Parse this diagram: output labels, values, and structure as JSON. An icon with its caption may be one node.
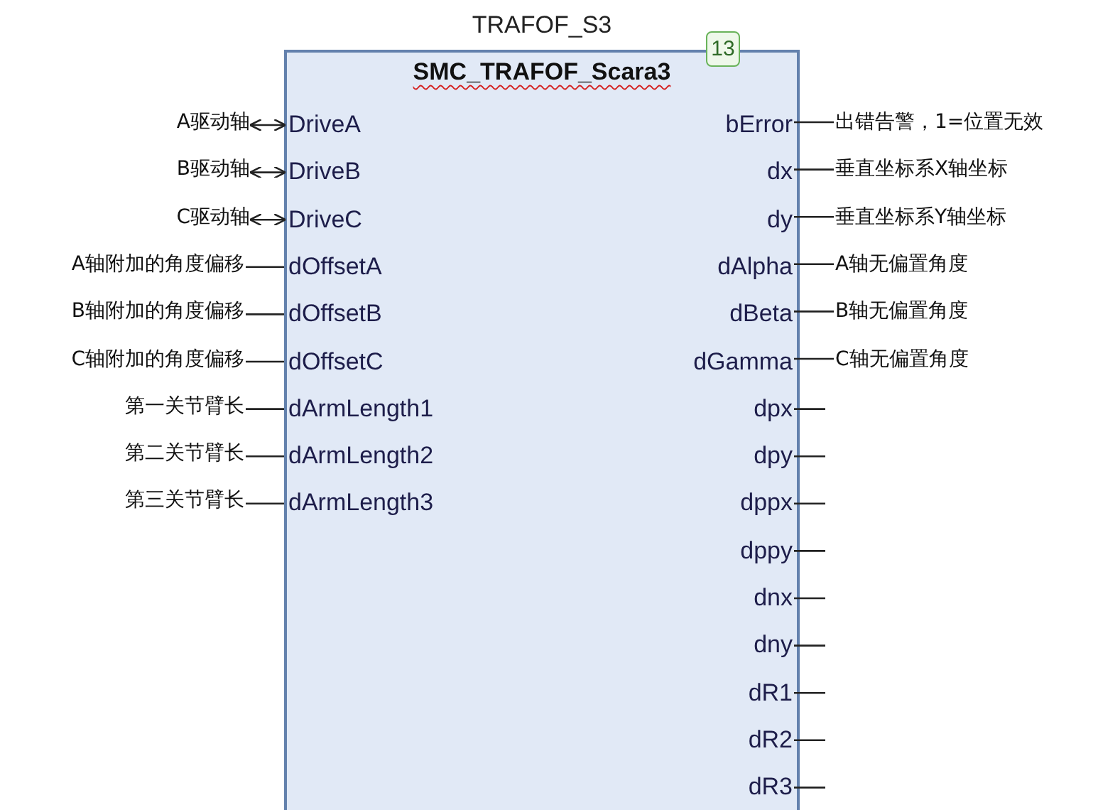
{
  "diagram": {
    "nodes": [
      {
        "text": [
          "TRAFOF_S3",
          "SMC_TRAFOF_Scara3"
        ]
      },
      {
        "text": [
          "13"
        ]
      },
      {
        "text": [
          "A驱动轴"
        ]
      },
      {
        "text": [
          "DriveA"
        ],
        "in": 0
      },
      {
        "text": [
          "bError"
        ],
        "in": 0
      },
      {
        "text": [
          "出错告警，1=位置无效"
        ]
      },
      {
        "text": [
          "B驱动轴"
        ]
      },
      {
        "text": [
          "DriveB"
        ],
        "in": 0
      },
      {
        "text": [
          "dx"
        ],
        "in": 0
      },
      {
        "text": [
          "垂直坐标系X轴坐标"
        ]
      },
      {
        "text": [
          "C驱动轴"
        ]
      },
      {
        "text": [
          "DriveC"
        ],
        "in": 0
      },
      {
        "text": [
          "dy"
        ],
        "in": 0
      },
      {
        "text": [
          "垂直坐标系Y轴坐标"
        ]
      },
      {
        "text": [
          "A轴附加的角度偏移"
        ]
      },
      {
        "text": [
          "dOffsetA"
        ],
        "in": 0
      },
      {
        "text": [
          "dAlpha"
        ],
        "in": 0
      },
      {
        "text": [
          "A轴无偏置角度"
        ]
      },
      {
        "text": [
          "B轴附加的角度偏移"
        ]
      },
      {
        "text": [
          "dOffsetB"
        ],
        "in": 0
      },
      {
        "text": [
          "dBeta"
        ],
        "in": 0
      },
      {
        "text": [
          "B轴无偏置角度"
        ]
      },
      {
        "text": [
          "C轴附加的角度偏移"
        ]
      },
      {
        "text": [
          "dOffsetC"
        ],
        "in": 0
      },
      {
        "text": [
          "dGamma"
        ],
        "in": 0
      },
      {
        "text": [
          "C轴无偏置角度"
        ]
      },
      {
        "text": [
          "第一关节臂长"
        ]
      },
      {
        "text": [
          "dArmLength1"
        ],
        "in": 0
      },
      {
        "text": [
          "dpx"
        ],
        "in": 0
      },
      {
        "text": [
          "第二关节臂长"
        ]
      },
      {
        "text": [
          "dArmLength2"
        ],
        "in": 0
      },
      {
        "text": [
          "dpy"
        ],
        "in": 0
      },
      {
        "text": [
          "第三关节臂长"
        ]
      },
      {
        "text": [
          "dArmLength3"
        ],
        "in": 0
      },
      {
        "text": [
          "dppx"
        ],
        "in": 0
      },
      {
        "text": [
          "dppy"
        ],
        "in": 0
      },
      {
        "text": [
          "dnx"
        ],
        "in": 0
      },
      {
        "text": [
          "dny"
        ],
        "in": 0
      },
      {
        "text": [
          "dR1"
        ],
        "in": 0
      },
      {
        "text": [
          "dR2"
        ],
        "in": 0
      },
      {
        "text": [
          "dR3"
        ],
        "in": 0
      }
    ],
    "edges": [
      {
        "from": 2,
        "to": 3,
        "arrow": "both"
      },
      {
        "from": 6,
        "to": 7,
        "arrow": "both"
      },
      {
        "from": 10,
        "to": 11,
        "arrow": "both"
      },
      {
        "from": 14,
        "to": 15,
        "arrow": "none"
      },
      {
        "from": 18,
        "to": 19,
        "arrow": "none"
      },
      {
        "from": 22,
        "to": 23,
        "arrow": "none"
      },
      {
        "from": 26,
        "to": 27,
        "arrow": "none"
      },
      {
        "from": 29,
        "to": 30,
        "arrow": "none"
      },
      {
        "from": 32,
        "to": 33,
        "arrow": "none"
      },
      {
        "from": 4,
        "to": 5,
        "arrow": "none"
      },
      {
        "from": 8,
        "to": 9,
        "arrow": "none"
      },
      {
        "from": 12,
        "to": 13,
        "arrow": "none"
      },
      {
        "from": 16,
        "to": 17,
        "arrow": "none"
      },
      {
        "from": 20,
        "to": 21,
        "arrow": "none"
      },
      {
        "from": 24,
        "to": 25,
        "arrow": "none"
      },
      {
        "from": 28,
        "to": null,
        "arrow": "none"
      },
      {
        "from": 31,
        "to": null,
        "arrow": "none"
      },
      {
        "from": 34,
        "to": null,
        "arrow": "none"
      },
      {
        "from": 35,
        "to": null,
        "arrow": "none"
      },
      {
        "from": 36,
        "to": null,
        "arrow": "none"
      },
      {
        "from": 37,
        "to": null,
        "arrow": "none"
      },
      {
        "from": 38,
        "to": null,
        "arrow": "none"
      },
      {
        "from": 39,
        "to": null,
        "arrow": "none"
      },
      {
        "from": 40,
        "to": null,
        "arrow": "none"
      }
    ]
  }
}
